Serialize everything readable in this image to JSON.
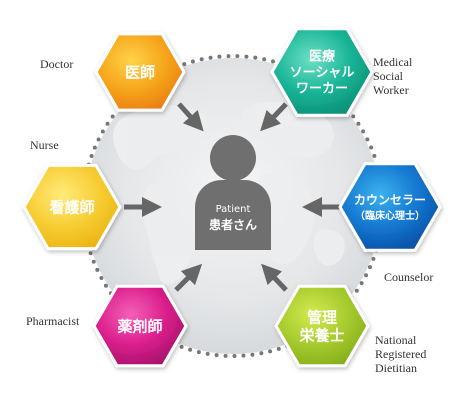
{
  "patient": {
    "en": "Patient",
    "ja": "患者さん"
  },
  "roles": [
    {
      "id": "doctor",
      "ja": [
        "医師"
      ],
      "en": "Doctor",
      "colors": [
        "#ffd24a",
        "#f6a61b",
        "#ea7e12"
      ]
    },
    {
      "id": "social-worker",
      "ja": [
        "医療",
        "ソーシャル",
        "ワーカー"
      ],
      "en": "Medical\nSocial\nWorker",
      "colors": [
        "#6fe0c6",
        "#19b596",
        "#0a8f76"
      ]
    },
    {
      "id": "counselor",
      "ja": [
        "カウンセラー",
        "（臨床心理士）"
      ],
      "en": "Counselor",
      "colors": [
        "#3cb2ef",
        "#1478d0",
        "#0a4fa6"
      ]
    },
    {
      "id": "dietitian",
      "ja": [
        "管理",
        "栄養士"
      ],
      "en": "National\nRegistered\nDietitian",
      "colors": [
        "#d4ea4e",
        "#a6cb2f",
        "#86ae1a"
      ]
    },
    {
      "id": "pharmacist",
      "ja": [
        "薬剤師"
      ],
      "en": "Pharmacist",
      "colors": [
        "#f460b8",
        "#db1f8c",
        "#a5116a"
      ]
    },
    {
      "id": "nurse",
      "ja": [
        "看護師"
      ],
      "en": "Nurse",
      "colors": [
        "#ffeb7a",
        "#f7cd34",
        "#eab412"
      ]
    }
  ],
  "colors": {
    "arrow": "#666666",
    "person": "#6f6f6f",
    "ring_dots": "#777777",
    "globe": "#d7d9db"
  }
}
